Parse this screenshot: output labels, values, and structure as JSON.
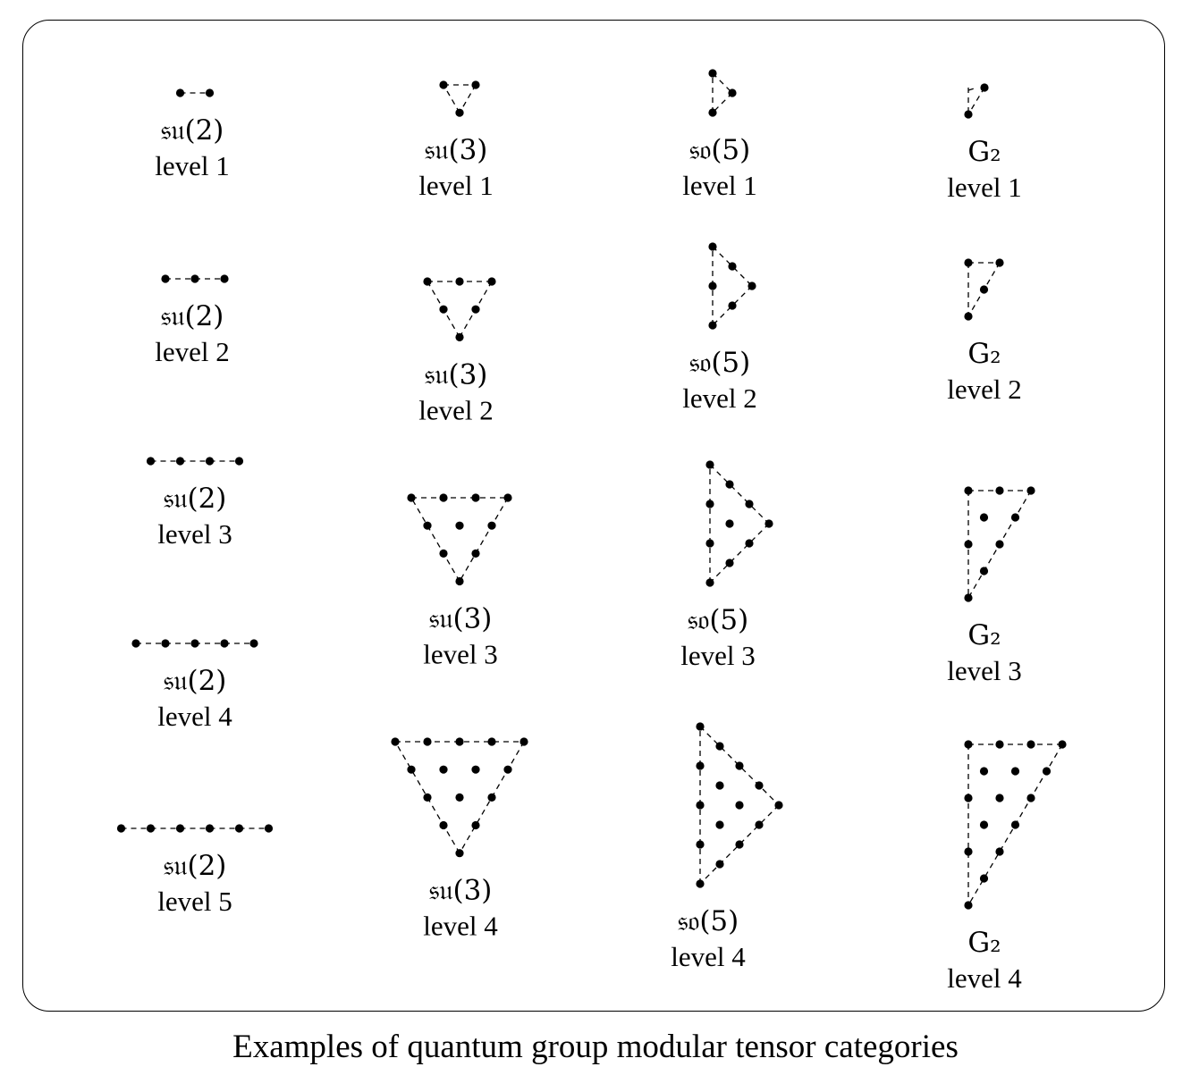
{
  "caption": "Examples of quantum group modular tensor categories",
  "algebras": {
    "su2": "𝔰𝔲(2)",
    "su3": "𝔰𝔲(3)",
    "so5": "𝔰𝔬(5)",
    "g2": "G₂"
  },
  "diagrams": [
    {
      "id": "su2-1",
      "algebra": "su2",
      "level_label": "level 1",
      "level": 1
    },
    {
      "id": "su2-2",
      "algebra": "su2",
      "level_label": "level 2",
      "level": 2
    },
    {
      "id": "su2-3",
      "algebra": "su2",
      "level_label": "level 3",
      "level": 3
    },
    {
      "id": "su2-4",
      "algebra": "su2",
      "level_label": "level 4",
      "level": 4
    },
    {
      "id": "su2-5",
      "algebra": "su2",
      "level_label": "level 5",
      "level": 5
    },
    {
      "id": "su3-1",
      "algebra": "su3",
      "level_label": "level 1",
      "level": 1
    },
    {
      "id": "su3-2",
      "algebra": "su3",
      "level_label": "level 2",
      "level": 2
    },
    {
      "id": "su3-3",
      "algebra": "su3",
      "level_label": "level 3",
      "level": 3
    },
    {
      "id": "su3-4",
      "algebra": "su3",
      "level_label": "level 4",
      "level": 4
    },
    {
      "id": "so5-1",
      "algebra": "so5",
      "level_label": "level 1",
      "level": 1
    },
    {
      "id": "so5-2",
      "algebra": "so5",
      "level_label": "level 2",
      "level": 2
    },
    {
      "id": "so5-3",
      "algebra": "so5",
      "level_label": "level 3",
      "level": 3
    },
    {
      "id": "so5-4",
      "algebra": "so5",
      "level_label": "level 4",
      "level": 4
    },
    {
      "id": "g2-1",
      "algebra": "g2",
      "level_label": "level 1",
      "level": 1
    },
    {
      "id": "g2-2",
      "algebra": "g2",
      "level_label": "level 2",
      "level": 2
    },
    {
      "id": "g2-3",
      "algebra": "g2",
      "level_label": "level 3",
      "level": 3
    },
    {
      "id": "g2-4",
      "algebra": "g2",
      "level_label": "level 4",
      "level": 4
    }
  ]
}
